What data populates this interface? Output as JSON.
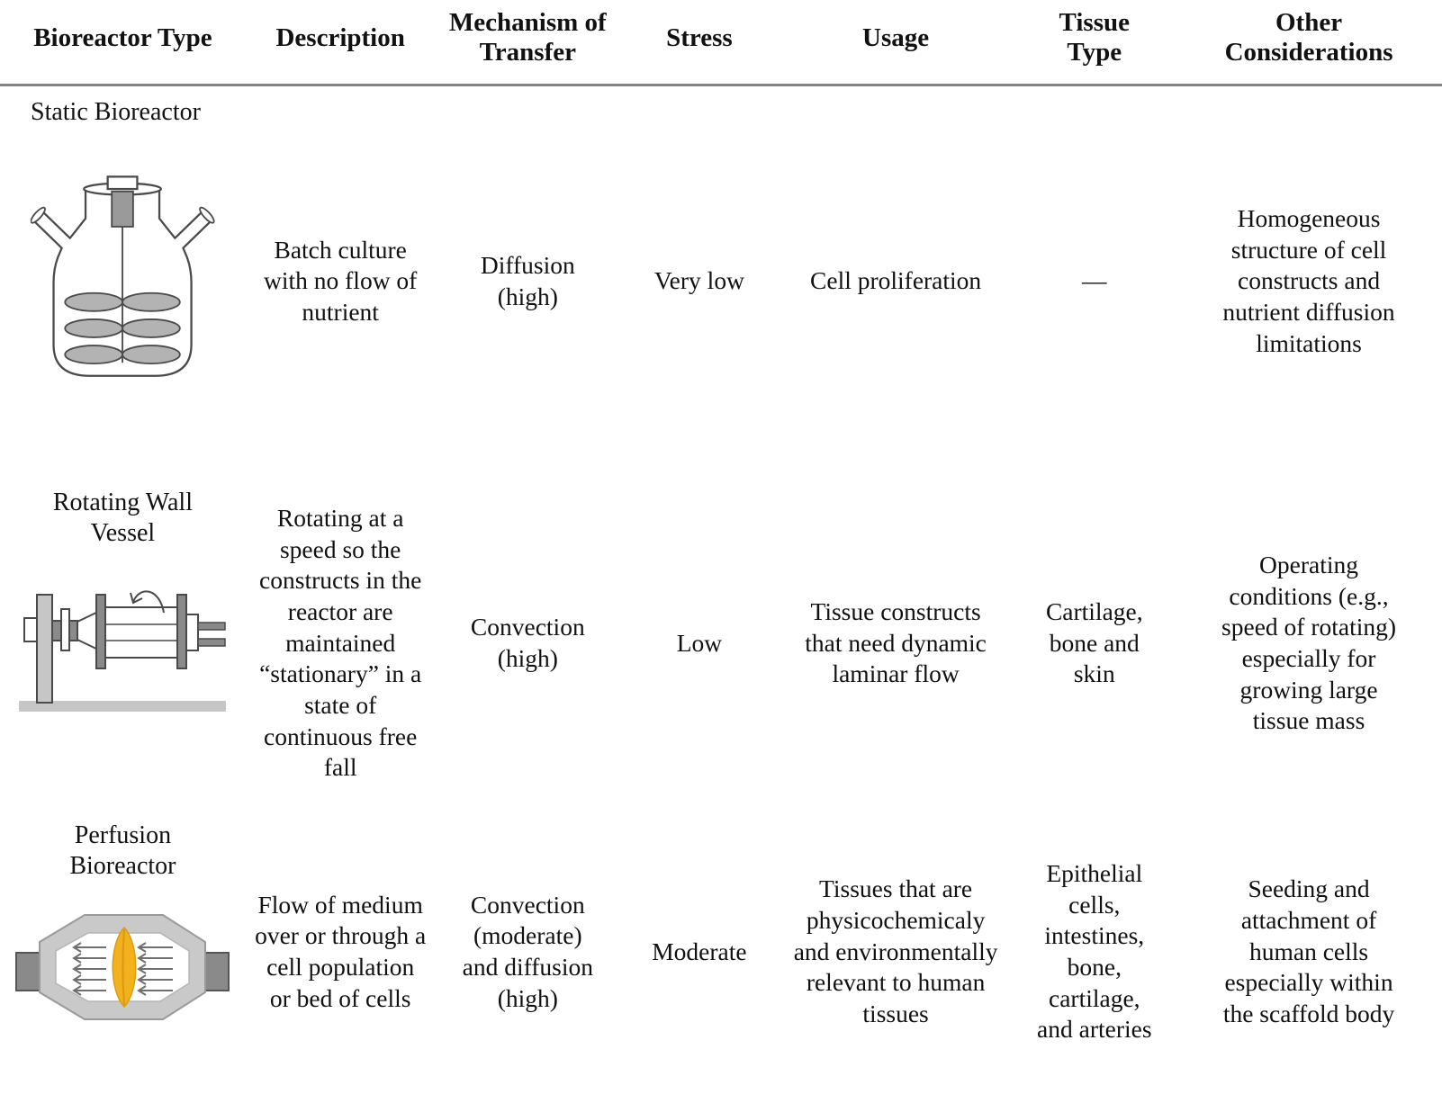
{
  "table": {
    "headers": [
      "Bioreactor Type",
      "Description",
      "Mechanism of Transfer",
      "Stress",
      "Usage",
      "Tissue Type",
      "Other Considerations"
    ],
    "rows": [
      {
        "type": "Static Bioreactor",
        "illustration": "spinner-flask-icon",
        "description": "Batch culture with no flow of nutrient",
        "mechanism_of_transfer": "Diffusion (high)",
        "stress": "Very low",
        "usage": "Cell proliferation",
        "tissue_type": "—",
        "other_considerations": "Homogeneous structure of cell constructs and nutrient diffusion limitations"
      },
      {
        "type": "Rotating Wall Vessel",
        "illustration": "rotating-wall-vessel-icon",
        "description": "Rotating at a speed so the constructs in the reactor are maintained “stationary” in a state of continuous free fall",
        "mechanism_of_transfer": "Convection (high)",
        "stress": "Low",
        "usage": "Tissue constructs that need dynamic laminar flow",
        "tissue_type": "Cartilage, bone and skin",
        "other_considerations": "Operating conditions (e.g., speed of rotating) especially for growing large tissue mass"
      },
      {
        "type": "Perfusion Bioreactor",
        "illustration": "perfusion-bioreactor-icon",
        "description": "Flow of medium over or through a cell population or bed of cells",
        "mechanism_of_transfer": "Convection (moderate) and diffusion (high)",
        "stress": "Moderate",
        "usage": "Tissues that are physicochemicaly and environmentally relevant to human tissues",
        "tissue_type": "Epithelial cells, intestines, bone, cartilage, and arteries",
        "other_considerations": "Seeding and attachment of human cells especially within the scaffold body"
      }
    ]
  },
  "colors": {
    "background": "#ffffff",
    "text": "#111111",
    "header_rule": "#848484",
    "illustration_outline": "#4a4a4a",
    "illustration_light_gray": "#c9c9c9",
    "illustration_mid_gray": "#b3b3b3",
    "illustration_dark_gray": "#8a8a8a",
    "scaffold_yellow": "#f3b11d"
  }
}
